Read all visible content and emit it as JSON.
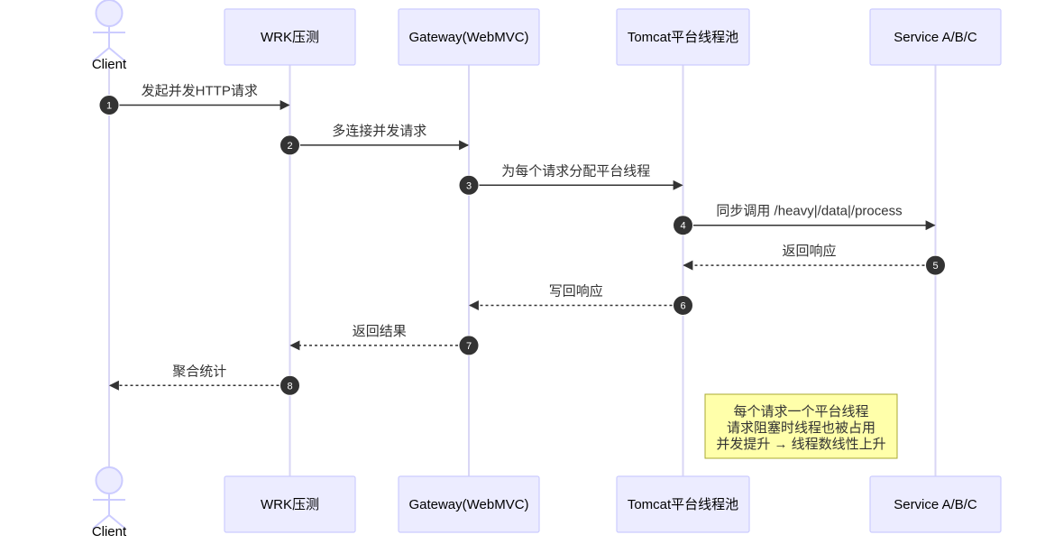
{
  "colors": {
    "participant_fill": "#ECECFF",
    "participant_stroke": "#CCCCFF",
    "lifeline": "#D9D6F5",
    "arrow": "#333333",
    "number_badge": "#333333",
    "note_fill": "#FFFFAA",
    "note_stroke": "#AAAA33"
  },
  "participants": [
    {
      "id": "client",
      "kind": "actor",
      "label": "Client"
    },
    {
      "id": "wrk",
      "kind": "box",
      "label": "WRK压测"
    },
    {
      "id": "gateway",
      "kind": "box",
      "label": "Gateway(WebMVC)"
    },
    {
      "id": "tomcat",
      "kind": "box",
      "label": "Tomcat平台线程池"
    },
    {
      "id": "service",
      "kind": "box",
      "label": "Service A/B/C"
    }
  ],
  "messages": [
    {
      "number": "1",
      "from": "client",
      "to": "wrk",
      "label": "发起并发HTTP请求",
      "style": "solid"
    },
    {
      "number": "2",
      "from": "wrk",
      "to": "gateway",
      "label": "多连接并发请求",
      "style": "solid"
    },
    {
      "number": "3",
      "from": "gateway",
      "to": "tomcat",
      "label": "为每个请求分配平台线程",
      "style": "solid"
    },
    {
      "number": "4",
      "from": "tomcat",
      "to": "service",
      "label": "同步调用 /heavy|/data|/process",
      "style": "solid"
    },
    {
      "number": "5",
      "from": "service",
      "to": "tomcat",
      "label": "返回响应",
      "style": "dashed"
    },
    {
      "number": "6",
      "from": "tomcat",
      "to": "gateway",
      "label": "写回响应",
      "style": "dashed"
    },
    {
      "number": "7",
      "from": "gateway",
      "to": "wrk",
      "label": "返回结果",
      "style": "dashed"
    },
    {
      "number": "8",
      "from": "wrk",
      "to": "client",
      "label": "聚合统计",
      "style": "dashed"
    }
  ],
  "note": {
    "over": [
      "tomcat",
      "service"
    ],
    "lines": [
      "每个请求一个平台线程",
      "请求阻塞时线程也被占用",
      "并发提升 → 线程数线性上升"
    ]
  }
}
